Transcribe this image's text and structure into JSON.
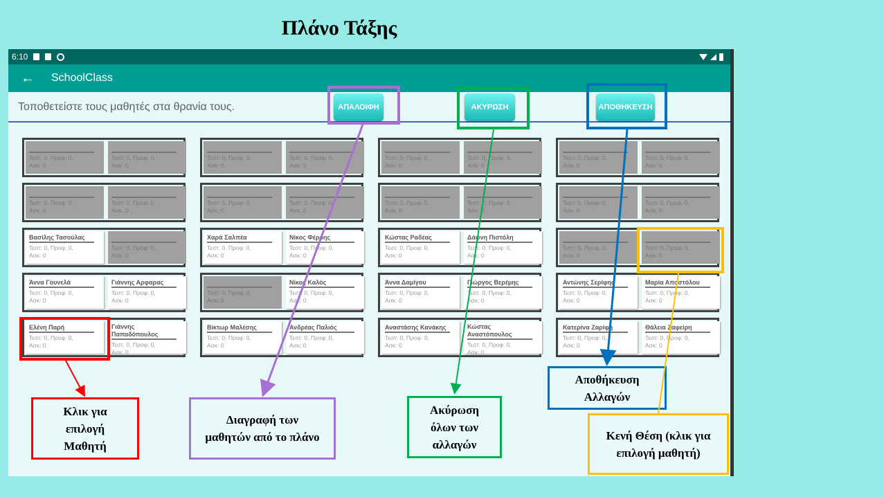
{
  "slide": {
    "title": "Πλάνο Τάξης"
  },
  "statusbar": {
    "time": "6:10"
  },
  "appbar": {
    "title": "SchoolClass"
  },
  "toolbar": {
    "instruction": "Τοποθετείστε τους μαθητές στα θρανία τους.",
    "clear_label": "ΑΠΑΛΟΙΦΗ",
    "cancel_label": "ΑΚΥΡΩΣΗ",
    "save_label": "ΑΠΟΘΗΚΕΥΣΗ"
  },
  "stats_line1": "Τεστ: 0,   Προφ: 0,",
  "stats_line2": "Ασκ: 0",
  "columns": [
    {
      "desks": [
        {
          "left": "",
          "right": ""
        },
        {
          "left": "",
          "right": ""
        },
        {
          "left": "Βασίλης Τασούλας",
          "right": ""
        },
        {
          "left": "Άννα Γουνελά",
          "right": "Γιάννης Αρφαρας"
        },
        {
          "left": "Ελένη Παρή",
          "right": "Γιάννης Παπαδόπουλος"
        }
      ]
    },
    {
      "desks": [
        {
          "left": "",
          "right": ""
        },
        {
          "left": "",
          "right": ""
        },
        {
          "left": "Χαρά Σαλπέα",
          "right": "Νίκος Φέρρης"
        },
        {
          "left": "",
          "right": "Νίκος Καλός"
        },
        {
          "left": "Βίκτωρ Μαλέσης",
          "right": "Ανδρέας Παλιός"
        }
      ]
    },
    {
      "desks": [
        {
          "left": "",
          "right": ""
        },
        {
          "left": "",
          "right": ""
        },
        {
          "left": "Κώστας Ραδέας",
          "right": "Δάφνη Πιστόλη"
        },
        {
          "left": "Άννα Δαμίγου",
          "right": "Γιώργος Βερέμης"
        },
        {
          "left": "Αναστάσης Κανάκης",
          "right": "Κώστας Αναστόπουλος"
        }
      ]
    },
    {
      "desks": [
        {
          "left": "",
          "right": ""
        },
        {
          "left": "",
          "right": ""
        },
        {
          "left": "",
          "right": ""
        },
        {
          "left": "Αντώνης Σερίφης",
          "right": "Μαρία Αποστόλου"
        },
        {
          "left": "Κατερίνα Ζαρίφη",
          "right": "Θάλεια Ζαφείρη"
        }
      ]
    }
  ],
  "callouts": {
    "select_student": "Κλικ για επιλογή Μαθητή",
    "clear": "Διαγραφή των μαθητών από το πλάνο",
    "cancel": "Ακύρωση όλων των αλλαγών",
    "save": "Αποθήκευση Αλλαγών",
    "empty_seat": "Κενή Θέση (κλικ για επιλογή μαθητή)"
  },
  "colors": {
    "select": "#ff0000",
    "clear": "#a86fd4",
    "cancel": "#00b050",
    "save": "#0070c0",
    "empty": "#ffc000"
  }
}
